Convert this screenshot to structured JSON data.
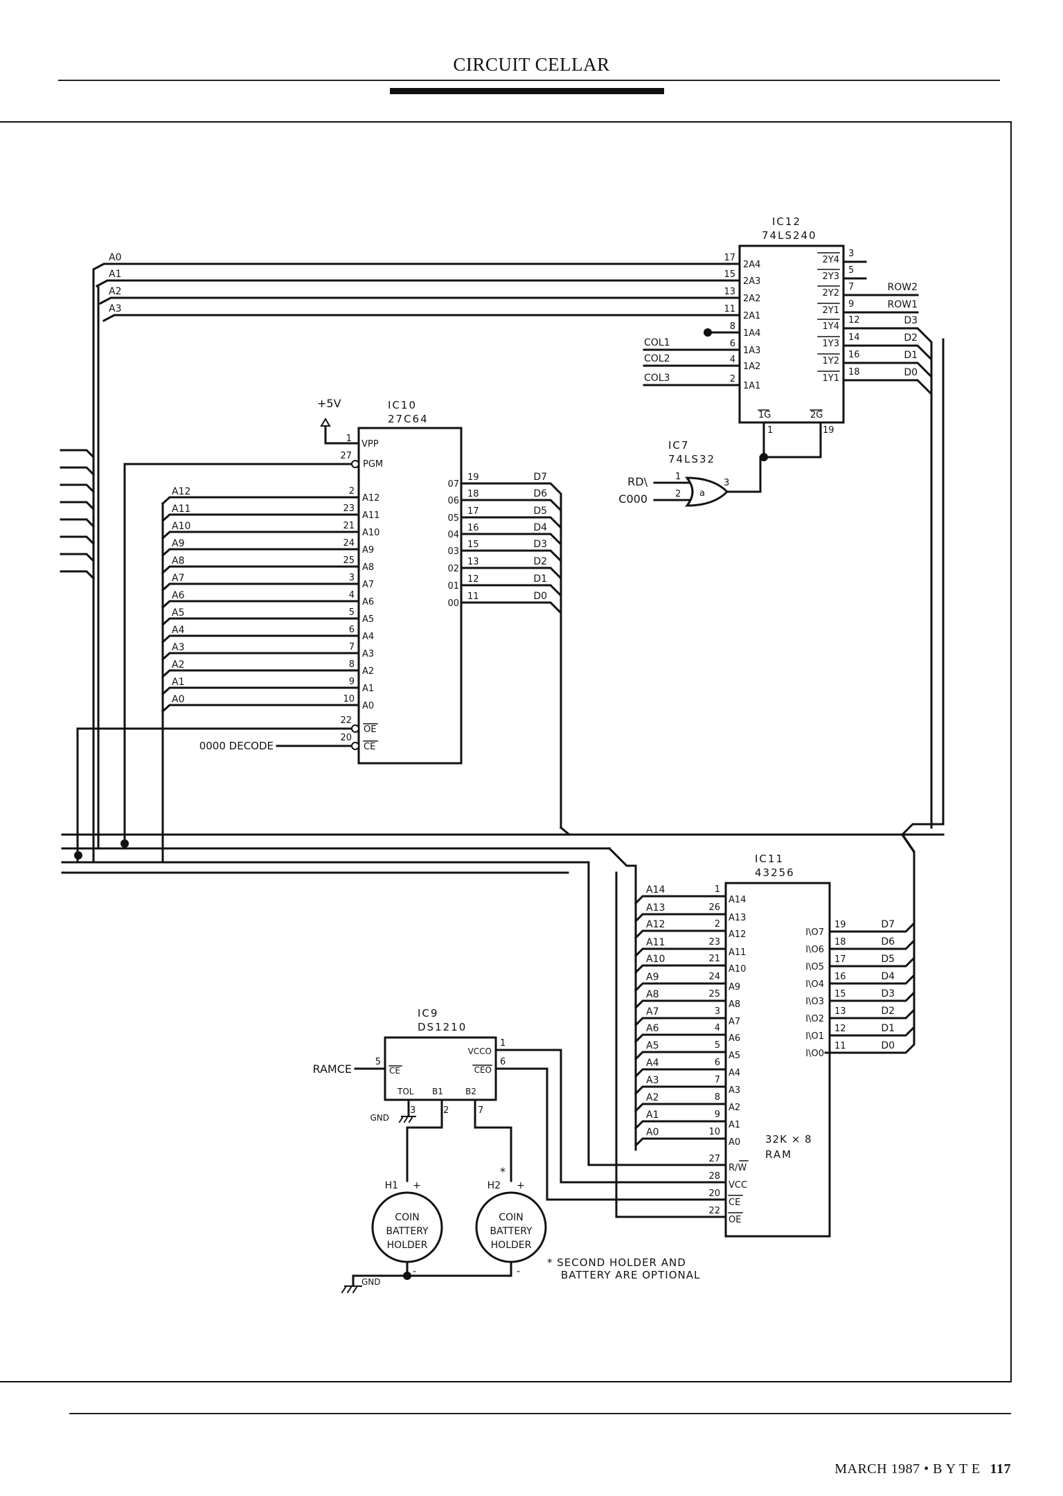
{
  "header": {
    "title": "CIRCUIT CELLAR"
  },
  "footer": {
    "issue": "MARCH 1987 • B Y T E",
    "page": "117"
  },
  "schematic": {
    "ic12": {
      "id": "IC12",
      "part": "74LS240",
      "left_pins": [
        {
          "num": "17",
          "name": "2A4",
          "signal": "A0"
        },
        {
          "num": "15",
          "name": "2A3",
          "signal": "A1"
        },
        {
          "num": "13",
          "name": "2A2",
          "signal": "A2"
        },
        {
          "num": "11",
          "name": "2A1",
          "signal": "A3"
        },
        {
          "num": "8",
          "name": "1A4",
          "signal": ""
        },
        {
          "num": "6",
          "name": "1A3",
          "signal": "COL1"
        },
        {
          "num": "4",
          "name": "1A2",
          "signal": "COL2"
        },
        {
          "num": "2",
          "name": "1A1",
          "signal": "COL3"
        }
      ],
      "right_pins": [
        {
          "num": "3",
          "name": "2Y4",
          "signal": ""
        },
        {
          "num": "5",
          "name": "2Y3",
          "signal": ""
        },
        {
          "num": "7",
          "name": "2Y2",
          "signal": "ROW2"
        },
        {
          "num": "9",
          "name": "2Y1",
          "signal": "ROW1"
        },
        {
          "num": "12",
          "name": "1Y4",
          "signal": "D3"
        },
        {
          "num": "14",
          "name": "1Y3",
          "signal": "D2"
        },
        {
          "num": "16",
          "name": "1Y2",
          "signal": "D1"
        },
        {
          "num": "18",
          "name": "1Y1",
          "signal": "D0"
        }
      ],
      "bottom_pins": [
        {
          "num": "1",
          "name": "1G"
        },
        {
          "num": "19",
          "name": "2G"
        }
      ]
    },
    "ic7": {
      "id": "IC7",
      "part": "74LS32",
      "gate_label": "a",
      "inputs": [
        {
          "num": "1",
          "signal": "RD\\"
        },
        {
          "num": "2",
          "signal": "C000"
        }
      ],
      "output": {
        "num": "3"
      }
    },
    "ic10": {
      "id": "IC10",
      "part": "27C64",
      "supply": "+5V",
      "top_pins": [
        {
          "num": "1",
          "name": "VPP"
        },
        {
          "num": "27",
          "name": "PGM"
        }
      ],
      "addr_pins": [
        {
          "num": "2",
          "name": "A12",
          "signal": "A12"
        },
        {
          "num": "23",
          "name": "A11",
          "signal": "A11"
        },
        {
          "num": "21",
          "name": "A10",
          "signal": "A10"
        },
        {
          "num": "24",
          "name": "A9",
          "signal": "A9"
        },
        {
          "num": "25",
          "name": "A8",
          "signal": "A8"
        },
        {
          "num": "3",
          "name": "A7",
          "signal": "A7"
        },
        {
          "num": "4",
          "name": "A6",
          "signal": "A6"
        },
        {
          "num": "5",
          "name": "A5",
          "signal": "A5"
        },
        {
          "num": "6",
          "name": "A4",
          "signal": "A4"
        },
        {
          "num": "7",
          "name": "A3",
          "signal": "A3"
        },
        {
          "num": "8",
          "name": "A2",
          "signal": "A2"
        },
        {
          "num": "9",
          "name": "A1",
          "signal": "A1"
        },
        {
          "num": "10",
          "name": "A0",
          "signal": "A0"
        }
      ],
      "control_pins": [
        {
          "num": "22",
          "name": "OE",
          "signal": ""
        },
        {
          "num": "20",
          "name": "CE",
          "signal": "0000 DECODE"
        }
      ],
      "data_pins": [
        {
          "num": "19",
          "name": "07",
          "signal": "D7"
        },
        {
          "num": "18",
          "name": "06",
          "signal": "D6"
        },
        {
          "num": "17",
          "name": "05",
          "signal": "D5"
        },
        {
          "num": "16",
          "name": "04",
          "signal": "D4"
        },
        {
          "num": "15",
          "name": "03",
          "signal": "D3"
        },
        {
          "num": "13",
          "name": "02",
          "signal": "D2"
        },
        {
          "num": "12",
          "name": "01",
          "signal": "D1"
        },
        {
          "num": "11",
          "name": "00",
          "signal": "D0"
        }
      ]
    },
    "ic11": {
      "id": "IC11",
      "part": "43256",
      "desc1": "32K × 8",
      "desc2": "RAM",
      "addr_pins": [
        {
          "num": "1",
          "name": "A14",
          "signal": "A14"
        },
        {
          "num": "26",
          "name": "A13",
          "signal": "A13"
        },
        {
          "num": "2",
          "name": "A12",
          "signal": "A12"
        },
        {
          "num": "23",
          "name": "A11",
          "signal": "A11"
        },
        {
          "num": "21",
          "name": "A10",
          "signal": "A10"
        },
        {
          "num": "24",
          "name": "A9",
          "signal": "A9"
        },
        {
          "num": "25",
          "name": "A8",
          "signal": "A8"
        },
        {
          "num": "3",
          "name": "A7",
          "signal": "A7"
        },
        {
          "num": "4",
          "name": "A6",
          "signal": "A6"
        },
        {
          "num": "5",
          "name": "A5",
          "signal": "A5"
        },
        {
          "num": "6",
          "name": "A4",
          "signal": "A4"
        },
        {
          "num": "7",
          "name": "A3",
          "signal": "A3"
        },
        {
          "num": "8",
          "name": "A2",
          "signal": "A2"
        },
        {
          "num": "9",
          "name": "A1",
          "signal": "A1"
        },
        {
          "num": "10",
          "name": "A0",
          "signal": "A0"
        }
      ],
      "control_pins": [
        {
          "num": "27",
          "name": "R/W"
        },
        {
          "num": "28",
          "name": "VCC"
        },
        {
          "num": "20",
          "name": "CE"
        },
        {
          "num": "22",
          "name": "OE"
        }
      ],
      "data_pins": [
        {
          "num": "19",
          "name": "I\\O7",
          "signal": "D7"
        },
        {
          "num": "18",
          "name": "I\\O6",
          "signal": "D6"
        },
        {
          "num": "17",
          "name": "I\\O5",
          "signal": "D5"
        },
        {
          "num": "16",
          "name": "I\\O4",
          "signal": "D4"
        },
        {
          "num": "15",
          "name": "I\\O3",
          "signal": "D3"
        },
        {
          "num": "13",
          "name": "I\\O2",
          "signal": "D2"
        },
        {
          "num": "12",
          "name": "I\\O1",
          "signal": "D1"
        },
        {
          "num": "11",
          "name": "I\\O0",
          "signal": "D0"
        }
      ]
    },
    "ic9": {
      "id": "IC9",
      "part": "DS1210",
      "pins": {
        "vcco": {
          "num": "1",
          "name": "VCCO"
        },
        "ce": {
          "num": "5",
          "name": "CE",
          "signal": "RAMCE"
        },
        "ceo": {
          "num": "6",
          "name": "CEO"
        },
        "tol": {
          "num": "3",
          "name": "TOL"
        },
        "b1": {
          "num": "2",
          "name": "B1"
        },
        "b2": {
          "num": "7",
          "name": "B2"
        }
      },
      "gnd": "GND"
    },
    "batteries": {
      "h1": {
        "label": "H1",
        "plus": "+",
        "minus": "-",
        "line1": "COIN",
        "line2": "BATTERY",
        "line3": "HOLDER"
      },
      "h2": {
        "label": "H2",
        "star": "*",
        "plus": "+",
        "minus": "-",
        "line1": "COIN",
        "line2": "BATTERY",
        "line3": "HOLDER"
      },
      "gnd": "GND",
      "note1": "* SECOND HOLDER AND",
      "note2": "BATTERY ARE OPTIONAL"
    },
    "bus_labels": [
      "A0",
      "A1",
      "A2",
      "A3"
    ]
  }
}
